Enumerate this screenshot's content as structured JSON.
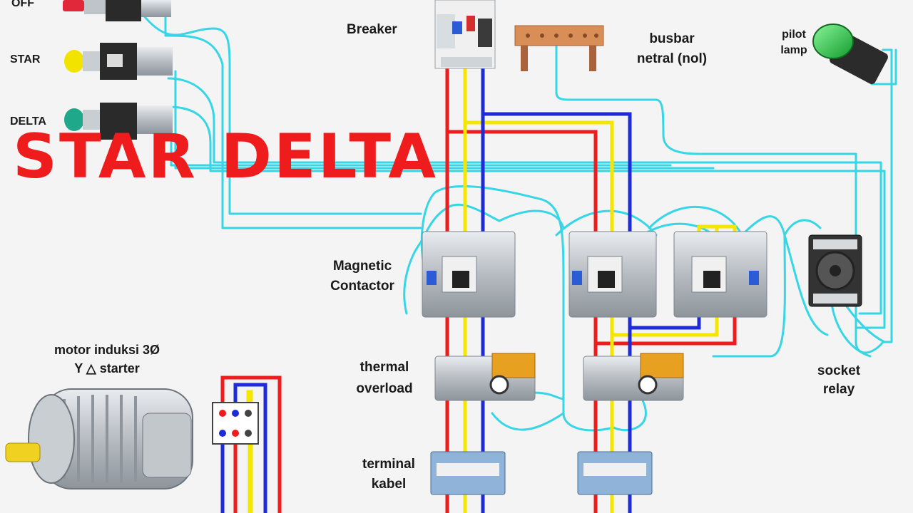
{
  "title": "STAR DELTA",
  "colors": {
    "background": "#f4f4f4",
    "title": "#ee1c1c",
    "phase_r": "#ee1c1c",
    "phase_s": "#f5e600",
    "phase_t": "#1f2bd6",
    "control_wire": "#36d6e6",
    "busbar": "#d98e58",
    "pilot_lamp": "#2ecc40"
  },
  "push_buttons": [
    {
      "label": "OFF",
      "color": "#e0283a"
    },
    {
      "label": "STAR",
      "color": "#f2e400"
    },
    {
      "label": "DELTA",
      "color": "#1fa88a"
    }
  ],
  "labels": {
    "breaker": "Breaker",
    "busbar_line1": "busbar",
    "busbar_line2": "netral (nol)",
    "pilot_line1": "pilot",
    "pilot_line2": "lamp",
    "contactor_line1": "Magnetic",
    "contactor_line2": "Contactor",
    "overload_line1": "thermal",
    "overload_line2": "overload",
    "terminal_line1": "terminal",
    "terminal_line2": "kabel",
    "socket_line1": "socket",
    "socket_line2": "relay",
    "motor_line1": "motor  induksi  3Ø",
    "motor_line2": "Y  △  starter"
  }
}
